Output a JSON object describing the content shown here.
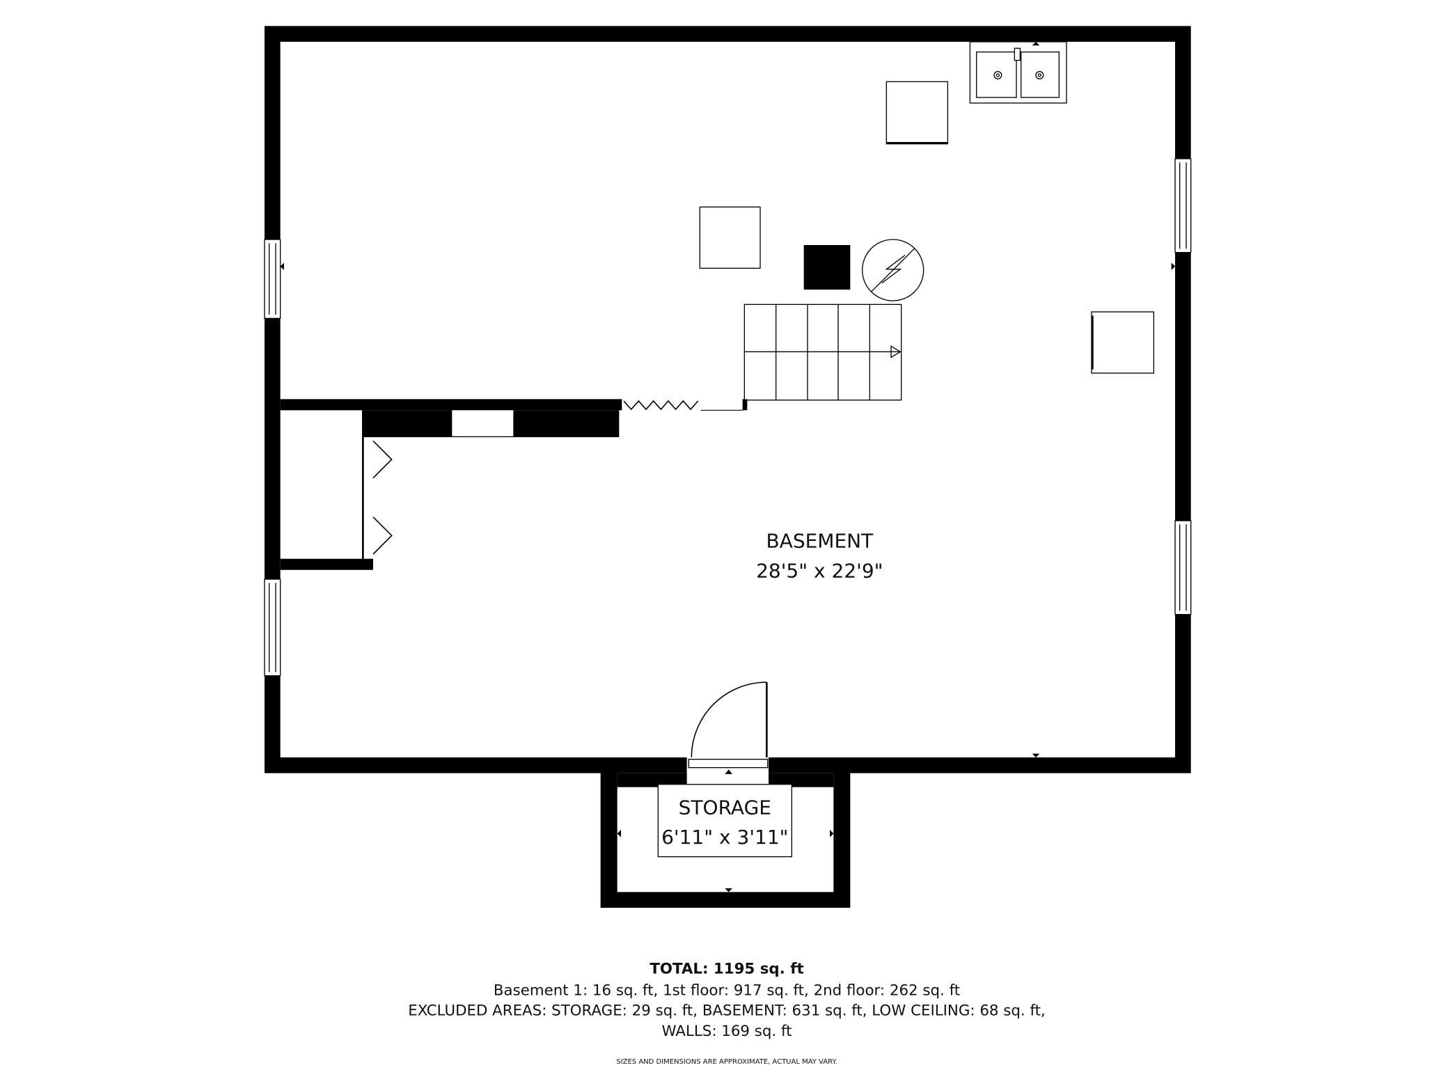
{
  "rooms": {
    "basement": {
      "name": "BASEMENT",
      "dimensions": "28'5\" x 22'9\""
    },
    "storage": {
      "name": "STORAGE",
      "dimensions": "6'11\" x 3'11\""
    }
  },
  "summary": {
    "total": "TOTAL: 1195 sq. ft",
    "floors": "Basement 1: 16 sq. ft, 1st floor: 917 sq. ft, 2nd floor: 262 sq. ft",
    "excluded_line1": "EXCLUDED AREAS: STORAGE: 29 sq. ft, BASEMENT: 631 sq. ft, LOW CEILING: 68 sq. ft,",
    "excluded_line2": "WALLS: 169 sq. ft",
    "disclaimer": "SIZES AND DIMENSIONS ARE APPROXIMATE, ACTUAL MAY VARY."
  },
  "colors": {
    "wall": "#000000",
    "background": "#ffffff"
  }
}
